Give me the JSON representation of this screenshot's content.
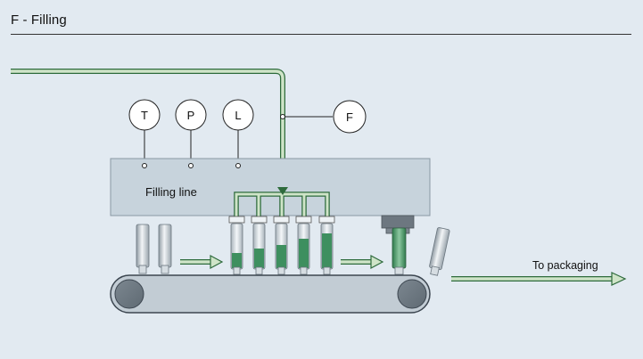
{
  "title": "F - Filling",
  "instruments": [
    {
      "label": "T"
    },
    {
      "label": "P"
    },
    {
      "label": "L"
    },
    {
      "label": "F"
    }
  ],
  "machine_label": "Filling line",
  "output_label": "To packaging",
  "nozzle_count": 5,
  "colors": {
    "background": "#e2eaf1",
    "pipe_fill": "#cfe4c8",
    "pipe_stroke": "#2e6b3c",
    "product": "#3e8f5f",
    "machine": "#c7d3dc",
    "conveyor": "#c2ccd4"
  }
}
